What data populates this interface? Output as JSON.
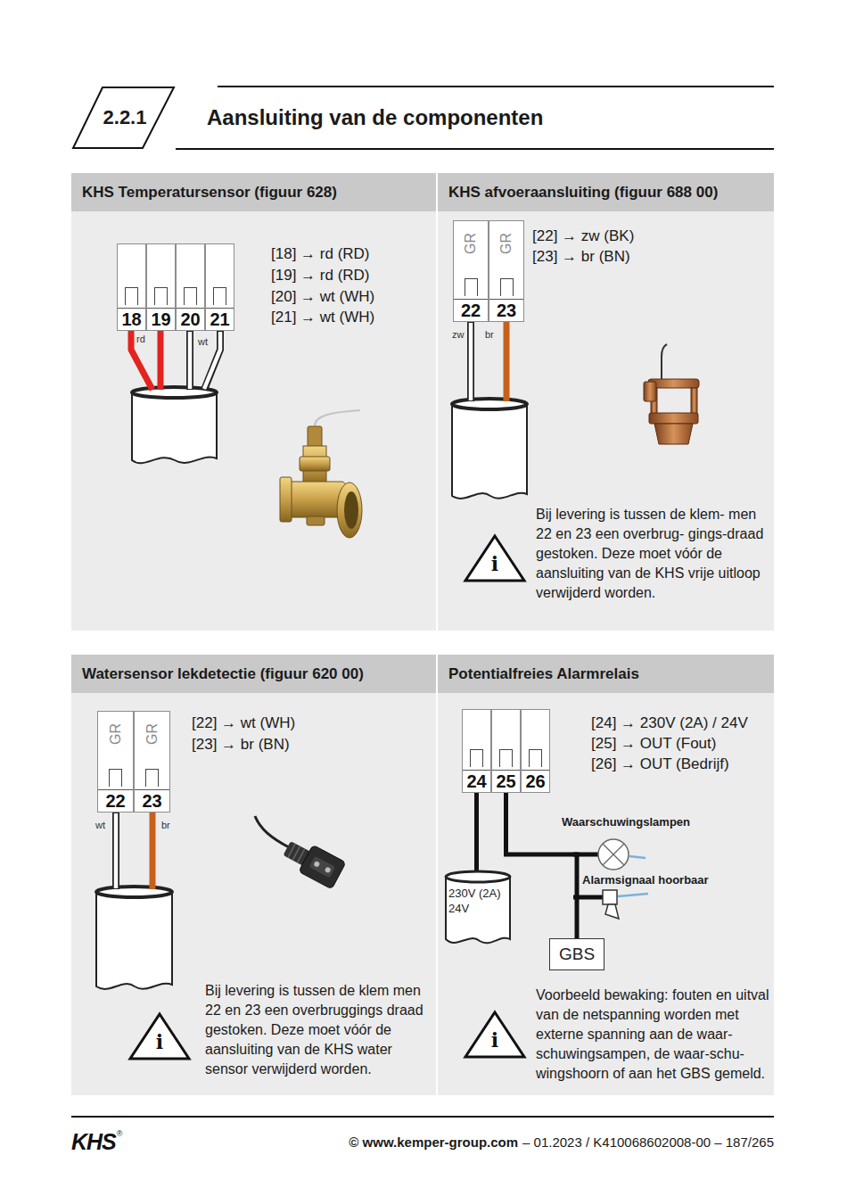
{
  "diagram": {
    "title": "Aansluiting van de componenten",
    "nodes": [
      {
        "text": [
          "2.2.1"
        ]
      },
      {
        "text": [
          "KHS Temperatursensor (figuur 628)"
        ]
      },
      {
        "text": [
          "18"
        ],
        "in": 1
      },
      {
        "text": [
          "19"
        ],
        "in": 1
      },
      {
        "text": [
          "20"
        ],
        "in": 1
      },
      {
        "text": [
          "21"
        ],
        "in": 1
      },
      {
        "text": [
          "KHS afvoeraansluiting (figuur 688 00)"
        ]
      },
      {
        "text": [
          "GR",
          "22"
        ],
        "in": 6
      },
      {
        "text": [
          "GR",
          "23"
        ],
        "in": 6
      },
      {
        "text": [
          "i"
        ],
        "in": 6
      },
      {
        "text": [
          "Watersensor lekdetectie (figuur 620 00)"
        ]
      },
      {
        "text": [
          "GR",
          "22"
        ],
        "in": 10
      },
      {
        "text": [
          "GR",
          "23"
        ],
        "in": 10
      },
      {
        "text": [
          "i"
        ],
        "in": 10
      },
      {
        "text": [
          "Potentialfreies Alarmrelais"
        ]
      },
      {
        "text": [
          "24"
        ],
        "in": 14
      },
      {
        "text": [
          "25"
        ],
        "in": 14
      },
      {
        "text": [
          "26"
        ],
        "in": 14
      },
      {
        "text": [
          "230V (2A) 24V"
        ],
        "in": 14
      },
      {
        "text": [
          "GBS"
        ],
        "in": 14
      },
      {
        "text": [
          "i"
        ],
        "in": 14
      }
    ],
    "edges": [
      {
        "from": 15,
        "to": 18,
        "arrow": "none"
      },
      {
        "from": 16,
        "to": 19,
        "arrow": "none"
      }
    ],
    "labels": [
      "[18] → rd (RD)",
      "[19] → rd (RD)",
      "[20] → wt (WH)",
      "[21] → wt (WH)",
      "rd",
      "wt",
      "[22] → zw (BK)",
      "[23] → br (BN)",
      "zw",
      "br",
      "Bij levering is tussen de klem- men 22 en 23 een overbrug- gings-draad gestoken. Deze moet vóór de aansluiting van de KHS vrije uitloop verwijderd worden.",
      "[22] → wt (WH)",
      "[23] → br (BN)",
      "wt",
      "br",
      "Bij levering is tussen de klem men 22 en 23 een overbruggings draad gestoken. Deze moet vóór de aansluiting van de KHS water sensor verwijderd worden.",
      "[24] → 230V (2A) / 24V",
      "[25] → OUT (Fout)",
      "[26] → OUT (Bedrijf)",
      "Waarschuwingslampen",
      "Alarmsignaal hoorbaar",
      "Voorbeeld bewaking: fouten en uitval van de netspanning worden met externe spanning aan de waar- schuwingsampen, de waar-schu- wingshoorn of aan het GBS gemeld.",
      "KHS",
      "®",
      "© www.kemper-group.com",
      "– 01.2023 / K410068602008-00 – 187/265"
    ]
  }
}
